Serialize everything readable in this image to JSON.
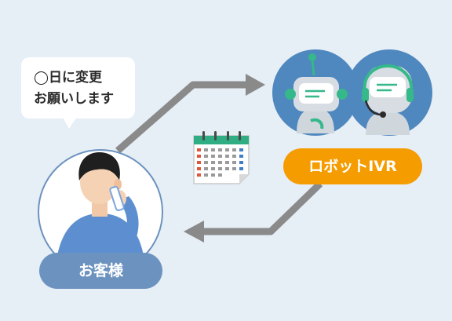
{
  "speech_bubble": {
    "line1": "◯日に変更",
    "line2": "お願いします"
  },
  "labels": {
    "robot": "ロボットIVR",
    "customer": "お客様"
  },
  "icons": {
    "calendar": "calendar-icon",
    "robot": "robot-icon",
    "person": "person-on-phone-icon"
  },
  "colors": {
    "background": "#e6eef6",
    "arrow": "#8a8a8a",
    "robot_pill": "#f59c00",
    "customer_pill": "#6c93bf",
    "robot_circle": "#4f87bf",
    "robot_accent": "#35b88a",
    "calendar_header": "#2eae82"
  }
}
